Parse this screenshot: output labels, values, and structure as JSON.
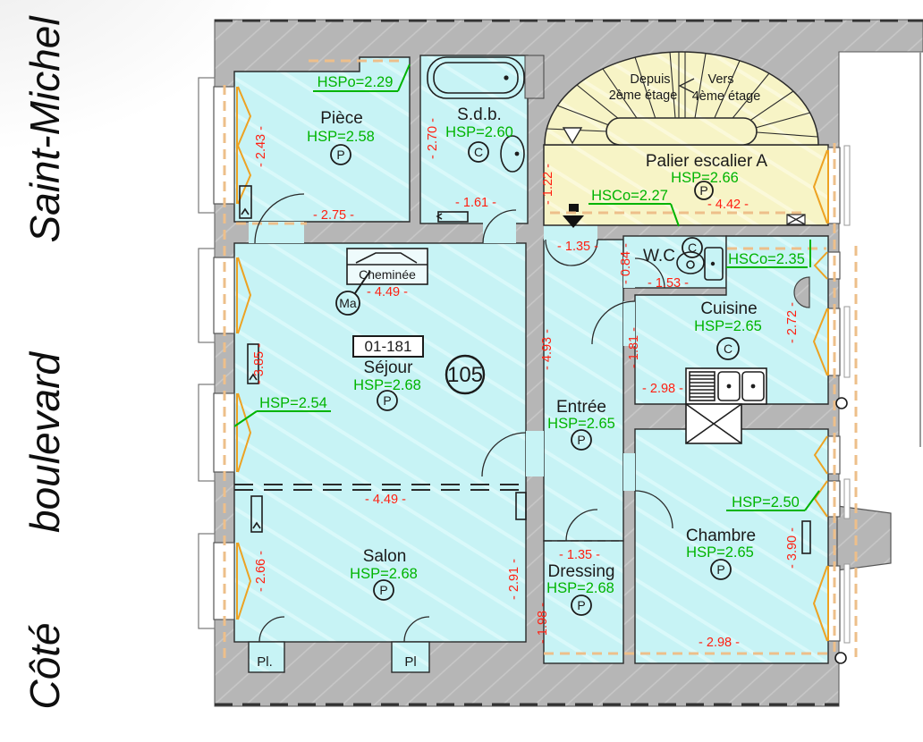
{
  "side_caption": {
    "word1": "Côté",
    "word2": "boulevard",
    "word3": "Saint-Michel"
  },
  "stair": {
    "depuis_line1": "Depuis",
    "depuis_line2": "2ème étage",
    "vers_line1": "Vers",
    "vers_line2": "4ème étage"
  },
  "rooms": {
    "palier": {
      "name": "Palier escalier A",
      "hsp": "HSP=2.66",
      "tag": "P"
    },
    "piece": {
      "name": "Pièce",
      "hsp": "HSP=2.58",
      "tag": "P"
    },
    "sdb": {
      "name": "S.d.b.",
      "hsp": "HSP=2.60",
      "tag": "C"
    },
    "wc": {
      "name": "W.C",
      "tag": "C"
    },
    "cuisine": {
      "name": "Cuisine",
      "hsp": "HSP=2.65",
      "tag": "C"
    },
    "sejour": {
      "name": "Séjour",
      "hsp": "HSP=2.68",
      "tag": "P",
      "lot": "01-181",
      "room_number": "105"
    },
    "entree": {
      "name": "Entrée",
      "hsp": "HSP=2.65",
      "tag": "P"
    },
    "salon": {
      "name": "Salon",
      "hsp": "HSP=2.68",
      "tag": "P"
    },
    "dressing": {
      "name": "Dressing",
      "hsp": "HSP=2.68",
      "tag": "P"
    },
    "chambre": {
      "name": "Chambre",
      "hsp": "HSP=2.65",
      "tag": "P"
    }
  },
  "features": {
    "cheminee": "Cheminée",
    "ma": "Ma",
    "closet1": "Pl.",
    "closet2": "Pl"
  },
  "notes": {
    "hspo": "HSPo=2.29",
    "hsco_palier": "HSCo=2.27",
    "hsco_cuisine": "HSCo=2.35",
    "hsp_sejour_window": "HSP=2.54",
    "hsp_chambre_window": "HSP=2.50"
  },
  "dims": {
    "piece_height": "- 2.43 -",
    "piece_width": "- 2.75 -",
    "sdb_height": "- 2.70 -",
    "sdb_width": "- 1.61 -",
    "palier_entry": "- 1.22 -",
    "palier_width": "- 4.42 -",
    "entry_bay": "- 1.35 -",
    "wc_height": "- 0.84 -",
    "wc_width": "- 1.53 -",
    "cuisine_window": "- 2.72 -",
    "cuisine_width": "- 2.98 -",
    "cuisine_left": "- 1.81 -",
    "sejour_top": "- 4.49 -",
    "sejour_window": "- 3.85 -",
    "entree_length": "- 4.93 -",
    "salon_top": "- 4.49 -",
    "salon_window": "- 2.66 -",
    "salon_right": "- 2.91 -",
    "dressing_width": "- 1.35 -",
    "dressing_height": "- 1.98 -",
    "chambre_window": "- 3.90 -",
    "chambre_width": "- 2.98 -"
  },
  "colors": {
    "room_fill": "#c7f3f5",
    "stair_fill": "#f7f4c6",
    "wall_fill": "#b6b6b6",
    "dimension_red": "#ff2012",
    "note_green": "#00b400",
    "window_orange": "#eda222",
    "dashed_sand": "#edbf8a",
    "line_dark": "#262626"
  }
}
